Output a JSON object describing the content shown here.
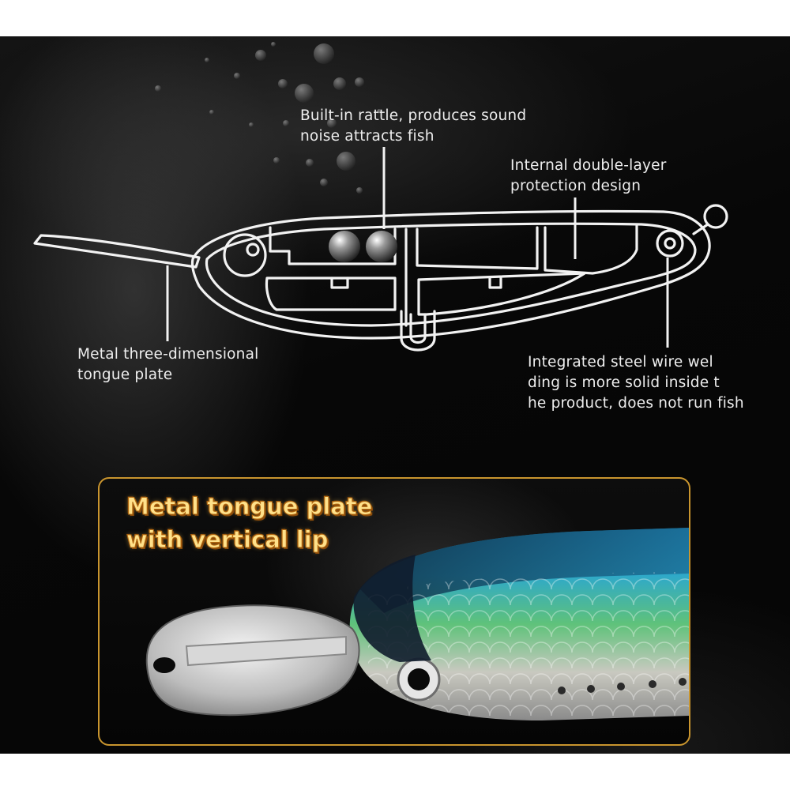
{
  "callouts": {
    "rattle": [
      "Built-in rattle, produces sound",
      "noise attracts fish"
    ],
    "double_layer": [
      "Internal double-layer",
      "protection design"
    ],
    "tongue_plate": [
      "Metal three-dimensional",
      "tongue plate"
    ],
    "steel_wire": [
      "Integrated steel wire wel",
      "ding is more solid inside t",
      "he product, does not run fish"
    ]
  },
  "feature_panel": {
    "title_lines": [
      "Metal tongue plate",
      "with vertical lip"
    ]
  },
  "colors": {
    "background": "#080808",
    "line_art": "#f2f2f2",
    "panel_border": "#c9952e",
    "title_fill": "#ffe18a",
    "title_outline": "#b46a12"
  }
}
